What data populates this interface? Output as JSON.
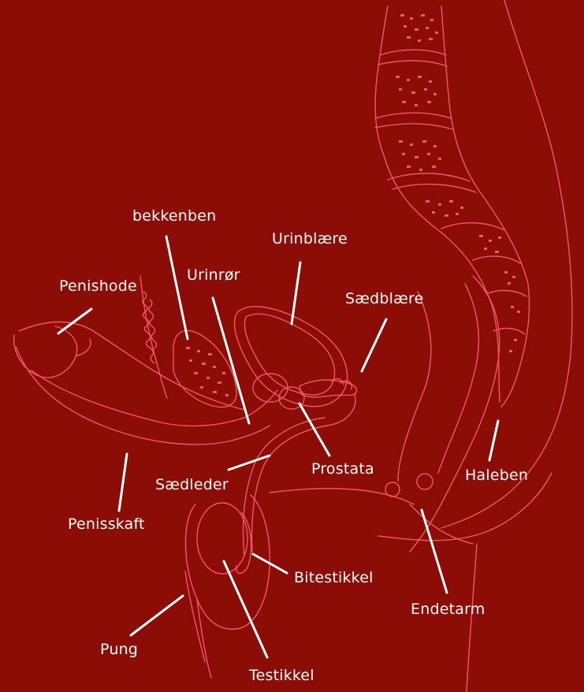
{
  "colors": {
    "background": "#8b0d05",
    "anatomy_stroke": "#f2566a",
    "bone_dots": "#f2566a",
    "leader_lines": "#ffffff",
    "label_text": "#ffffff"
  },
  "labels": {
    "bekkenben": "bekkenben",
    "urinblaere": "Urinblære",
    "penishode": "Penishode",
    "urinror": "Urinrør",
    "saedblaere": "Sædblære",
    "prostata": "Prostata",
    "haleben": "Haleben",
    "saedleder": "Sædleder",
    "penisskaft": "Penisskaft",
    "bitestikkel": "Bitestikkel",
    "endetarm": "Endetarm",
    "pung": "Pung",
    "testikkel": "Testikkel"
  }
}
